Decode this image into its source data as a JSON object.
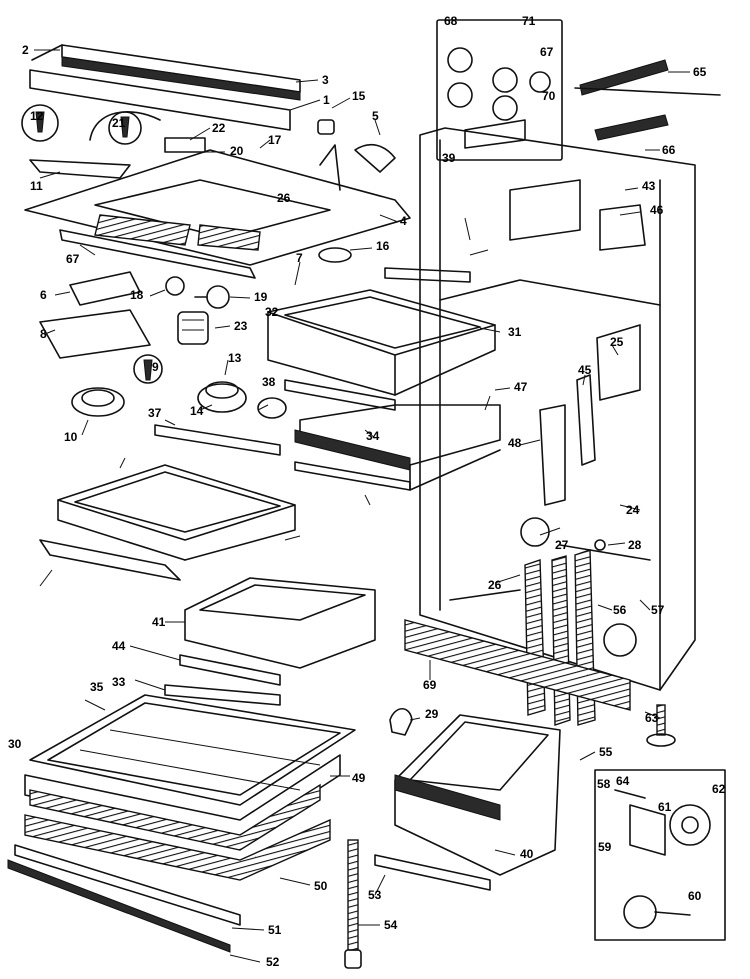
{
  "callouts": [
    {
      "n": "2"
    },
    {
      "n": "3"
    },
    {
      "n": "1"
    },
    {
      "n": "15"
    },
    {
      "n": "12"
    },
    {
      "n": "21"
    },
    {
      "n": "22"
    },
    {
      "n": "20"
    },
    {
      "n": "5"
    },
    {
      "n": "17"
    },
    {
      "n": "11"
    },
    {
      "n": "26"
    },
    {
      "n": "4"
    },
    {
      "n": "67"
    },
    {
      "n": "16"
    },
    {
      "n": "7"
    },
    {
      "n": "6"
    },
    {
      "n": "18"
    },
    {
      "n": "19"
    },
    {
      "n": "8"
    },
    {
      "n": "9"
    },
    {
      "n": "23"
    },
    {
      "n": "13"
    },
    {
      "n": "10"
    },
    {
      "n": "14"
    },
    {
      "n": "38"
    },
    {
      "n": "37"
    },
    {
      "n": "32"
    },
    {
      "n": "34"
    },
    {
      "n": "31"
    },
    {
      "n": "41"
    },
    {
      "n": "44"
    },
    {
      "n": "33"
    },
    {
      "n": "35"
    },
    {
      "n": "30"
    },
    {
      "n": "49"
    },
    {
      "n": "50"
    },
    {
      "n": "51"
    },
    {
      "n": "52"
    },
    {
      "n": "54"
    },
    {
      "n": "53"
    },
    {
      "n": "40"
    },
    {
      "n": "29"
    },
    {
      "n": "55"
    },
    {
      "n": "69"
    },
    {
      "n": "68"
    },
    {
      "n": "71"
    },
    {
      "n": "67"
    },
    {
      "n": "70"
    },
    {
      "n": "39"
    },
    {
      "n": "65"
    },
    {
      "n": "66"
    },
    {
      "n": "43"
    },
    {
      "n": "46"
    },
    {
      "n": "47"
    },
    {
      "n": "45"
    },
    {
      "n": "25"
    },
    {
      "n": "48"
    },
    {
      "n": "24"
    },
    {
      "n": "28"
    },
    {
      "n": "27"
    },
    {
      "n": "26"
    },
    {
      "n": "56"
    },
    {
      "n": "57"
    },
    {
      "n": "63"
    },
    {
      "n": "64"
    },
    {
      "n": "58"
    },
    {
      "n": "62"
    },
    {
      "n": "61"
    },
    {
      "n": "59"
    },
    {
      "n": "60"
    }
  ]
}
